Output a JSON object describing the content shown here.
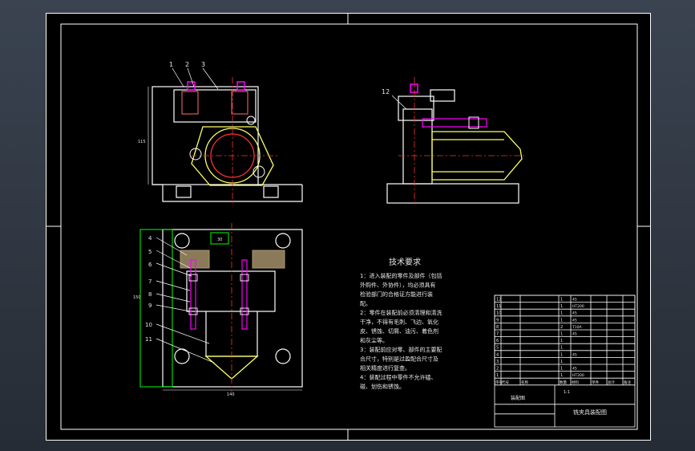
{
  "drawing": {
    "tech_req": {
      "title": "技术要求",
      "lines": [
        "1：进入装配的零件及部件（包括",
        "外购件、外协件），均必须具有",
        "检验部门的合格证方能进行装",
        "配。",
        "2：零件在装配前必须清理和清洗",
        "干净，不得有毛刺、飞边、氧化",
        "皮、锈蚀、切屑、油污、着色剂",
        "和灰尘等。",
        "3：装配前应对零、部件的主要配",
        "合尺寸，特别是过盈配合尺寸及",
        "相关精度进行复查。",
        "4：装配过程中零件不允许磕、",
        "碰、划伤和锈蚀。"
      ]
    },
    "balloons_top": [
      "1",
      "2",
      "3"
    ],
    "balloon_side": "12",
    "balloons_left": [
      "4",
      "5",
      "6",
      "7",
      "8",
      "9",
      "10",
      "11"
    ],
    "dims": {
      "front_height": "115",
      "plan_width": "140",
      "plan_height": "150",
      "plan_small": "30"
    },
    "title_block": {
      "drawing_title": "铣夹具装配图",
      "header": [
        "序号",
        "代号",
        "名称",
        "数量",
        "材料",
        "单件",
        "总计",
        "备注"
      ],
      "weight_label": "重量",
      "scale": "1:1",
      "bottom_left": "装配图",
      "parts": [
        {
          "no": "12",
          "qty": "1",
          "mat": "45"
        },
        {
          "no": "11",
          "qty": "1",
          "mat": "HT200"
        },
        {
          "no": "10",
          "qty": "1",
          "mat": "45"
        },
        {
          "no": "9",
          "qty": "1",
          "mat": "45"
        },
        {
          "no": "8",
          "qty": "2",
          "mat": "T10A"
        },
        {
          "no": "7",
          "qty": "1",
          "mat": "45"
        },
        {
          "no": "6",
          "qty": "1",
          "mat": ""
        },
        {
          "no": "5",
          "qty": "1",
          "mat": ""
        },
        {
          "no": "4",
          "qty": "1",
          "mat": "45"
        },
        {
          "no": "3",
          "qty": "1",
          "mat": ""
        },
        {
          "no": "2",
          "qty": "1",
          "mat": "45"
        },
        {
          "no": "1",
          "qty": "1",
          "mat": "HT200"
        }
      ]
    }
  }
}
